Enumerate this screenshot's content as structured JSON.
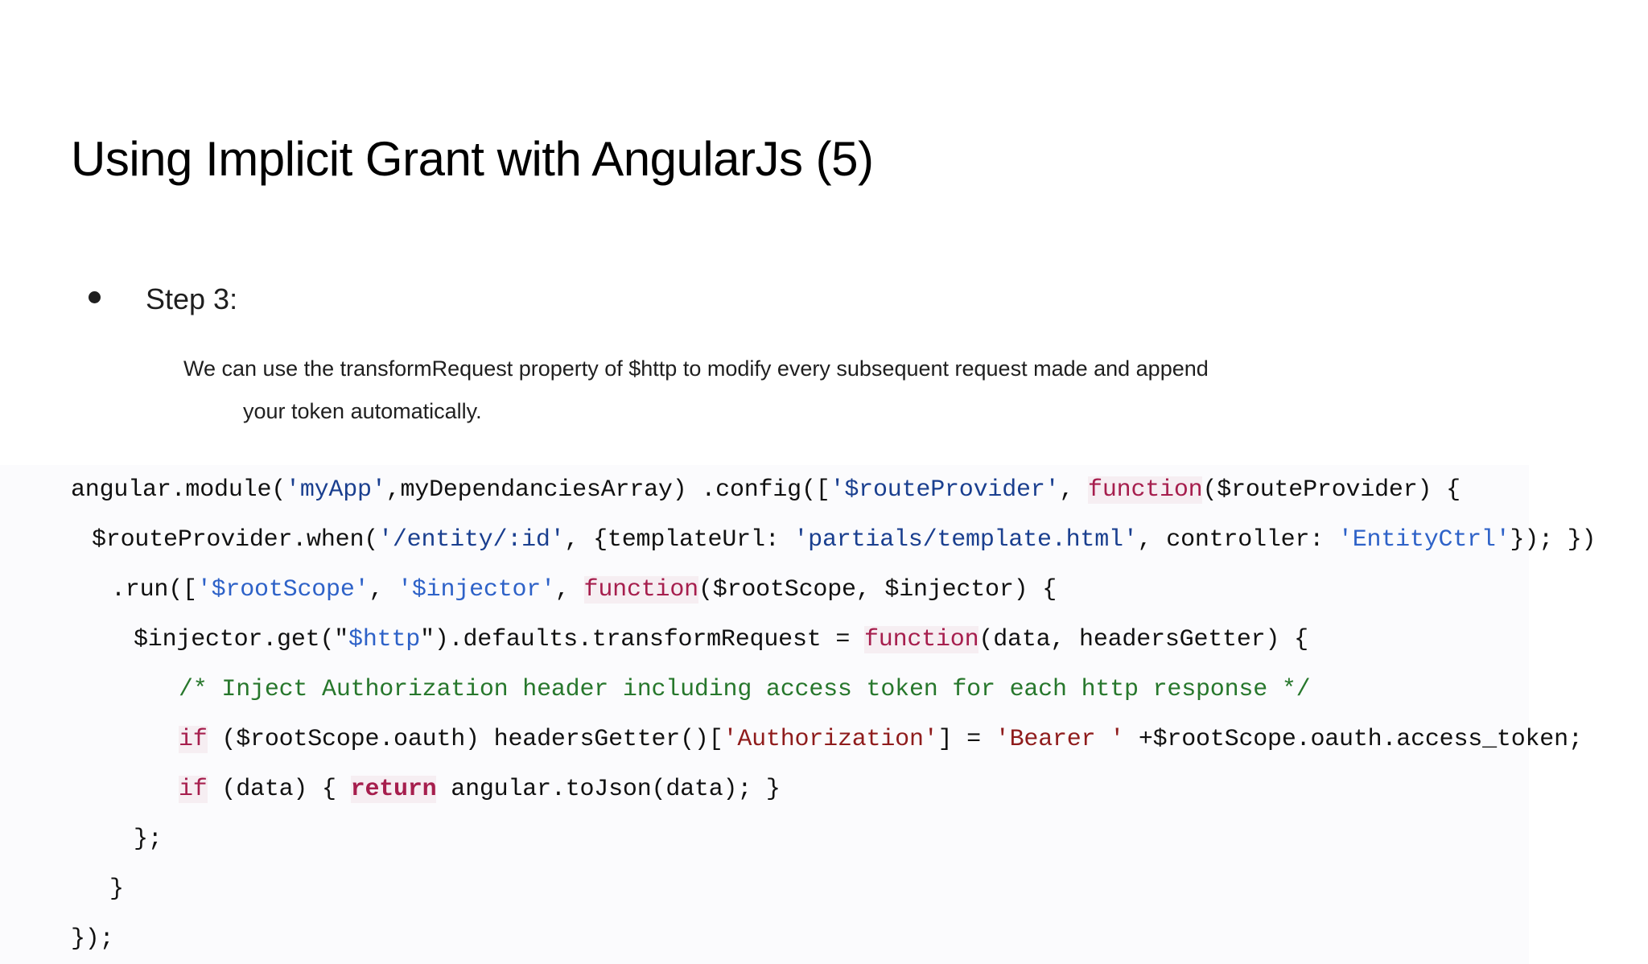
{
  "slide": {
    "title": "Using Implicit Grant with AngularJs (5)",
    "bullet": {
      "marker": "bullet-dot",
      "label": "Step 3:"
    },
    "description": {
      "line1": "We can use the transformRequest property of $http to modify every subsequent request made and append",
      "line2": "your token automatically."
    },
    "code": {
      "language": "javascript",
      "lines": [
        {
          "indent": 0,
          "tokens": [
            {
              "text": "angular.module(",
              "type": "plain"
            },
            {
              "text": "'myApp'",
              "type": "string"
            },
            {
              "text": ",myDependanciesArray) .config([",
              "type": "plain"
            },
            {
              "text": "'$routeProvider'",
              "type": "string"
            },
            {
              "text": ", ",
              "type": "plain"
            },
            {
              "text": "function",
              "type": "keyword"
            },
            {
              "text": "($routeProvider) {",
              "type": "plain"
            }
          ]
        },
        {
          "indent": 1,
          "tokens": [
            {
              "text": "$routeProvider.when(",
              "type": "plain"
            },
            {
              "text": "'/entity/:id'",
              "type": "string"
            },
            {
              "text": ", {templateUrl: ",
              "type": "plain"
            },
            {
              "text": "'partials/template.html'",
              "type": "string"
            },
            {
              "text": ", controller: ",
              "type": "plain"
            },
            {
              "text": "'EntityCtrl'",
              "type": "string-light"
            },
            {
              "text": "}); })",
              "type": "plain"
            }
          ]
        },
        {
          "indent": 2,
          "tokens": [
            {
              "text": ".run([",
              "type": "plain"
            },
            {
              "text": "'$rootScope'",
              "type": "string-light"
            },
            {
              "text": ", ",
              "type": "plain"
            },
            {
              "text": "'$injector'",
              "type": "string-light"
            },
            {
              "text": ", ",
              "type": "plain"
            },
            {
              "text": "function",
              "type": "keyword"
            },
            {
              "text": "($rootScope, $injector) {",
              "type": "plain"
            }
          ]
        },
        {
          "indent": 3,
          "tokens": [
            {
              "text": "$injector.get(\"",
              "type": "plain"
            },
            {
              "text": "$http",
              "type": "string-light"
            },
            {
              "text": "\").defaults.transformRequest = ",
              "type": "plain"
            },
            {
              "text": "function",
              "type": "keyword"
            },
            {
              "text": "(data, headersGetter) {",
              "type": "plain"
            }
          ]
        },
        {
          "indent": 4,
          "tokens": [
            {
              "text": "/* Inject Authorization header including access token for each http response */",
              "type": "comment"
            }
          ]
        },
        {
          "indent": 4,
          "tokens": [
            {
              "text": "if",
              "type": "keyword"
            },
            {
              "text": " ($rootScope.oauth) headersGetter()[",
              "type": "plain"
            },
            {
              "text": "'Authorization'",
              "type": "darkred"
            },
            {
              "text": "] = ",
              "type": "plain"
            },
            {
              "text": "'Bearer '",
              "type": "darkred"
            },
            {
              "text": " +$rootScope.oauth.access_token;",
              "type": "plain"
            }
          ]
        },
        {
          "indent": 4,
          "tokens": [
            {
              "text": "if",
              "type": "keyword"
            },
            {
              "text": " (data) { ",
              "type": "plain"
            },
            {
              "text": "return",
              "type": "keyword-bold"
            },
            {
              "text": " angular.toJson(data); }",
              "type": "plain"
            }
          ]
        },
        {
          "indent": 5,
          "tokens": [
            {
              "text": "};",
              "type": "plain"
            }
          ]
        },
        {
          "indent": 6,
          "tokens": [
            {
              "text": "}",
              "type": "plain"
            }
          ]
        },
        {
          "indent": 0,
          "tokens": [
            {
              "text": "});",
              "type": "plain"
            }
          ]
        }
      ]
    }
  },
  "colors": {
    "background": "#ffffff",
    "text": "#1f1f1f",
    "string": "#1a3f8f",
    "string_light": "#2e62c8",
    "keyword": "#a61e4d",
    "keyword_bg": "#f6eef2",
    "comment": "#27772c",
    "dark_red": "#8f1c1c",
    "code_bg": "#fbfbfd"
  }
}
